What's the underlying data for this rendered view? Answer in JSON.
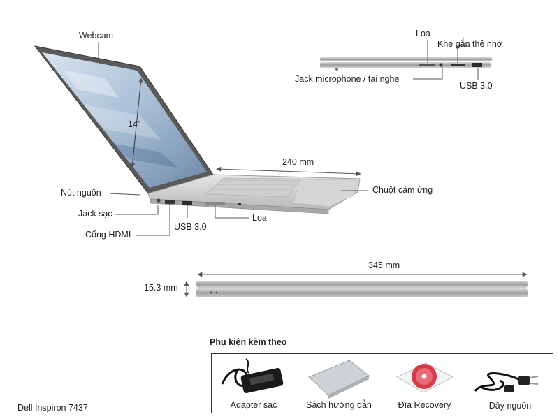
{
  "side_view": {
    "webcam": "Webcam",
    "screen_size": "14\"",
    "depth": "240 mm",
    "power_button": "Nút nguồn",
    "charging_jack": "Jack sạc",
    "hdmi_port": "Cổng HDMI",
    "usb_left": "USB 3.0",
    "speaker_left": "Loa",
    "touchpad": "Chuột cảm ứng"
  },
  "right_side_view": {
    "speaker": "Loa",
    "card_slot": "Khe gắn thẻ nhớ",
    "audio_jack": "Jack microphone / tai nghe",
    "usb_right": "USB 3.0"
  },
  "front_view": {
    "width": "345 mm",
    "thickness": "15.3 mm"
  },
  "accessories": {
    "title": "Phụ kiện kèm theo",
    "items": [
      {
        "label": "Adapter sạc",
        "icon": "charger-adapter-icon"
      },
      {
        "label": "Sách hướng dẫn",
        "icon": "manual-book-icon"
      },
      {
        "label": "Đĩa Recovery",
        "icon": "recovery-disc-icon"
      },
      {
        "label": "Dây nguồn",
        "icon": "power-cord-icon"
      }
    ]
  },
  "model": "Dell Inspiron 7437"
}
